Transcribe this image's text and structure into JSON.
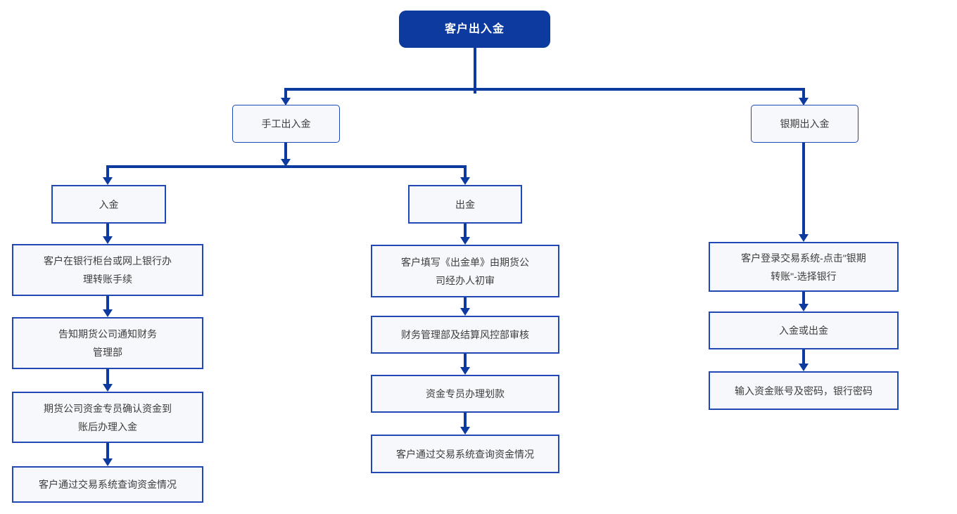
{
  "diagram_title": "客户出入金",
  "colors": {
    "primary_blue": "#0d3a9e",
    "node_border": "#2148b4",
    "node_background": "#f7f8fc",
    "node_text": "#3d3d3d",
    "root_text": "#ffffff"
  },
  "nodes": {
    "root": "客户出入金",
    "manual": "手工出入金",
    "bank_futures": "银期出入金",
    "deposit": "入金",
    "withdraw": "出金"
  },
  "deposit_steps": [
    "客户在银行柜台或网上银行办\n理转账手续",
    "告知期货公司通知财务\n管理部",
    "期货公司资金专员确认资金到\n账后办理入金",
    "客户通过交易系统查询资金情况"
  ],
  "withdraw_steps": [
    "客户填写《出金单》由期货公\n司经办人初审",
    "财务管理部及结算风控部审核",
    "资金专员办理划款",
    "客户通过交易系统查询资金情况"
  ],
  "bank_steps": [
    "客户登录交易系统-点击\"银期\n转账\"-选择银行",
    "入金或出金",
    "输入资金账号及密码，银行密码"
  ]
}
